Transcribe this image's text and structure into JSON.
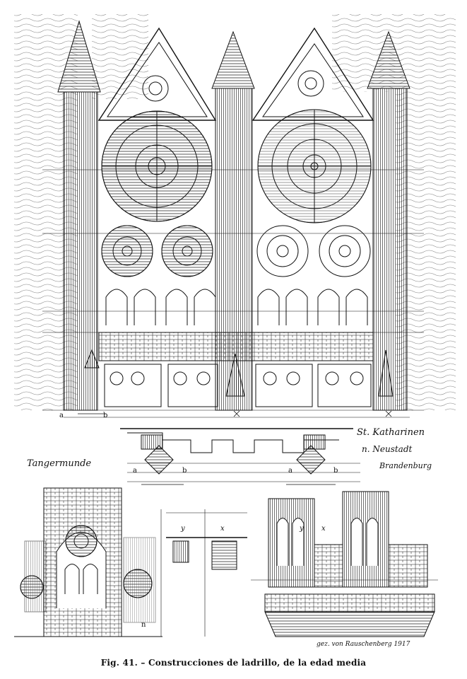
{
  "caption": "Fig. 41. – Construcciones de ladrillo, de la edad media",
  "labels": {
    "left_city": "Tangermunde",
    "church_line1": "St. Katharinen",
    "church_line2": "n. Neustadt",
    "church_line3": "Brandenburg",
    "signature": "gez. von Rauschenberg 1917",
    "mark_a": "a",
    "mark_b": "b",
    "mark_x": "x",
    "mark_y": "y",
    "mark_n": "n"
  },
  "colors": {
    "ink": "#111111",
    "paper": "#ffffff"
  }
}
